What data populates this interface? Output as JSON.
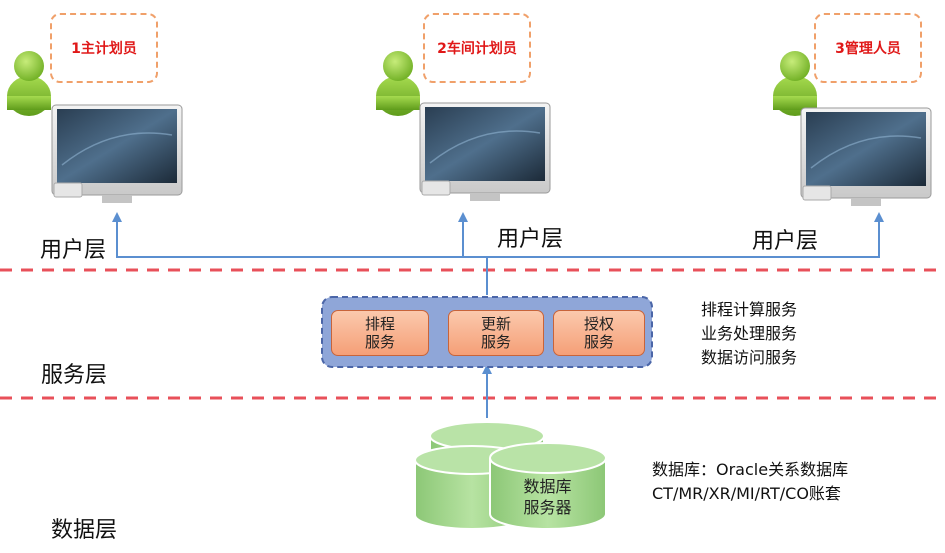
{
  "roles": [
    {
      "label": "1主计划员"
    },
    {
      "label": "2车间计划员"
    },
    {
      "label": "3管理人员"
    }
  ],
  "layers": {
    "user": [
      "用户层",
      "用户层",
      "用户层"
    ],
    "service": "服务层",
    "data": "数据层"
  },
  "services": [
    {
      "line1": "排程",
      "line2": "服务"
    },
    {
      "line1": "更新",
      "line2": "服务"
    },
    {
      "line1": "授权",
      "line2": "服务"
    }
  ],
  "service_desc": [
    "排程计算服务",
    "业务处理服务",
    "数据访问服务"
  ],
  "database": {
    "line1": "数据库",
    "line2": "服务器"
  },
  "database_desc": [
    "数据库：Oracle关系数据库",
    "CT/MR/XR/MI/RT/CO账套"
  ],
  "colors": {
    "divider": "#e8505a",
    "connector": "#5b8fd0",
    "role_text": "#e01818",
    "role_border": "#f0a06a",
    "person": "#8cc63e",
    "cylinder": "#a4d88f",
    "service_panel": "#8fa6d8"
  }
}
